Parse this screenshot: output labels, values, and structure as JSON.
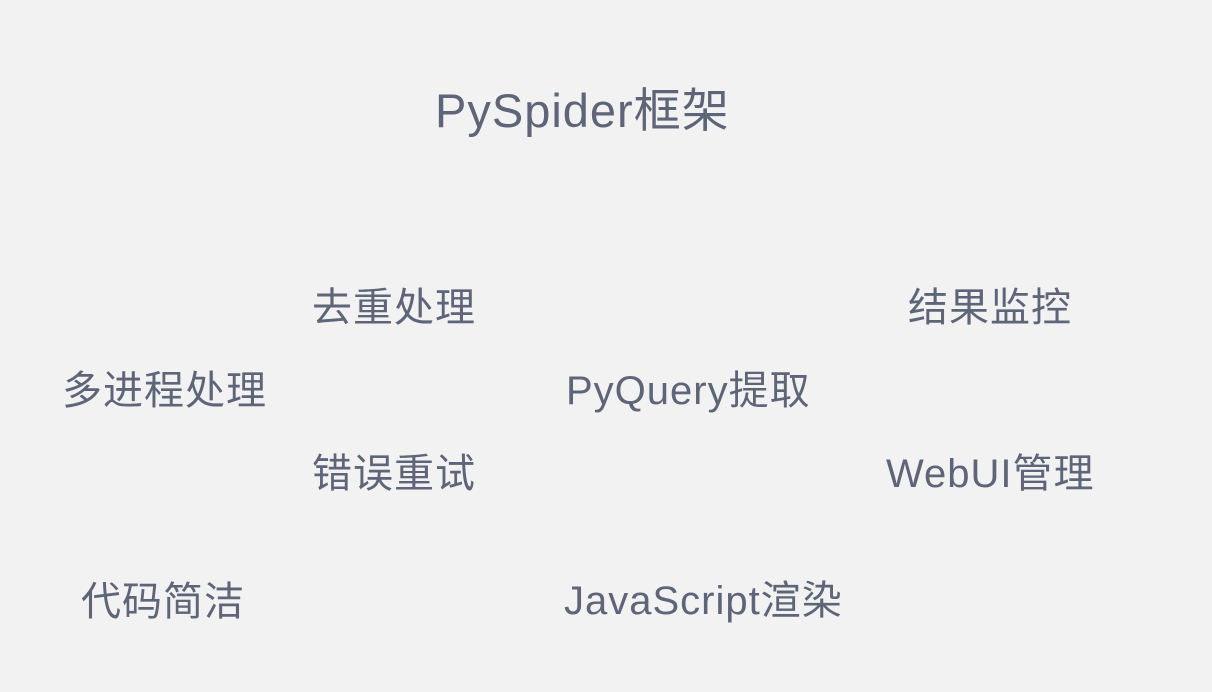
{
  "slide": {
    "title": "PySpider框架",
    "features": [
      {
        "id": "dedup",
        "label": "去重处理"
      },
      {
        "id": "monitor",
        "label": "结果监控"
      },
      {
        "id": "multiprocess",
        "label": "多进程处理"
      },
      {
        "id": "pyquery",
        "label": "PyQuery提取"
      },
      {
        "id": "retry",
        "label": "错误重试"
      },
      {
        "id": "webui",
        "label": "WebUI管理"
      },
      {
        "id": "concise",
        "label": "代码简洁"
      },
      {
        "id": "jsrender",
        "label": "JavaScript渲染"
      }
    ],
    "colors": {
      "background": "#f2f2f3",
      "text": "#5e6578"
    }
  }
}
